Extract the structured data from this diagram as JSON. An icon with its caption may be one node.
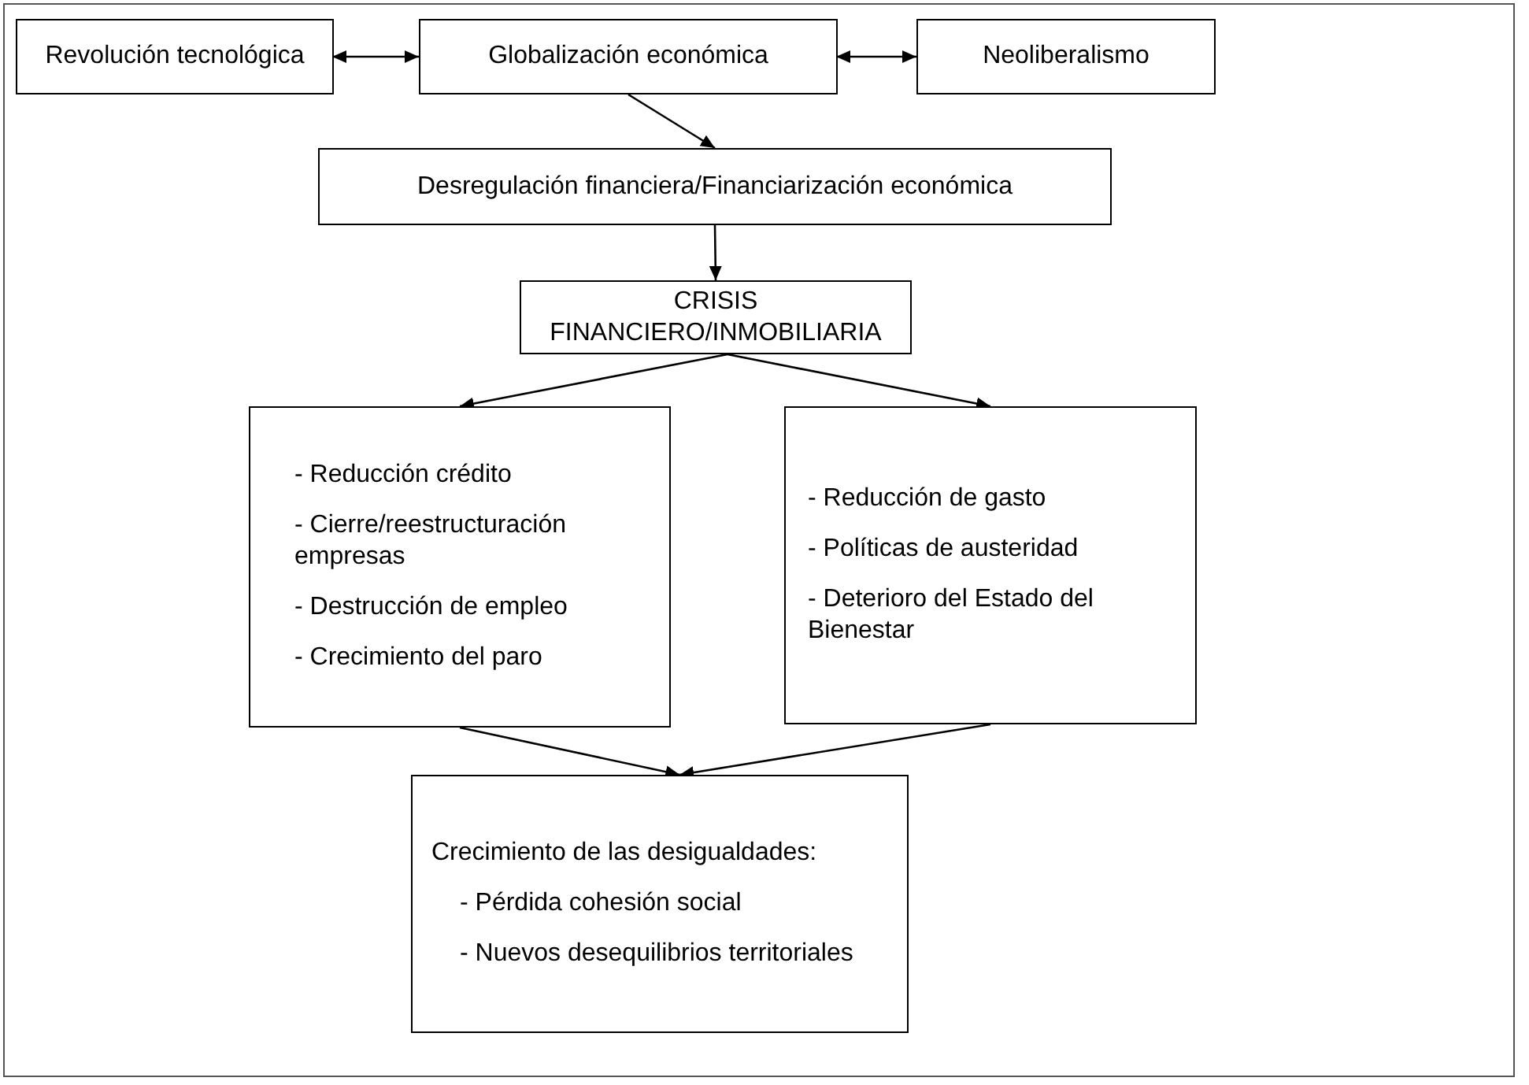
{
  "diagram": {
    "nodes": [
      {
        "text": [
          "Revolución tecnológica"
        ]
      },
      {
        "text": [
          "Globalización económica"
        ]
      },
      {
        "text": [
          "Neoliberalismo"
        ]
      },
      {
        "text": [
          "Desregulación financiera/Financiarización económica"
        ]
      },
      {
        "text": [
          "CRISIS FINANCIERO/INMOBILIARIA"
        ]
      },
      {
        "text": [
          "- Reducción crédito",
          "- Cierre/reestructuración empresas",
          "- Destrucción de empleo",
          "- Crecimiento del paro"
        ]
      },
      {
        "text": [
          "- Reducción de gasto",
          "- Políticas de austeridad",
          "- Deterioro del Estado del Bienestar"
        ]
      },
      {
        "text": [
          "Crecimiento de las desigualdades:",
          "- Pérdida cohesión social",
          "- Nuevos desequilibrios territoriales"
        ]
      }
    ],
    "edges": [
      {
        "from": 0,
        "to": 1,
        "arrow": "both"
      },
      {
        "from": 1,
        "to": 2,
        "arrow": "both"
      },
      {
        "from": 1,
        "to": 3,
        "arrow": "to"
      },
      {
        "from": 3,
        "to": 4,
        "arrow": "to"
      },
      {
        "from": 4,
        "to": 5,
        "arrow": "to"
      },
      {
        "from": 4,
        "to": 6,
        "arrow": "to"
      },
      {
        "from": 5,
        "to": 7,
        "arrow": "to"
      },
      {
        "from": 6,
        "to": 7,
        "arrow": "to"
      }
    ]
  }
}
